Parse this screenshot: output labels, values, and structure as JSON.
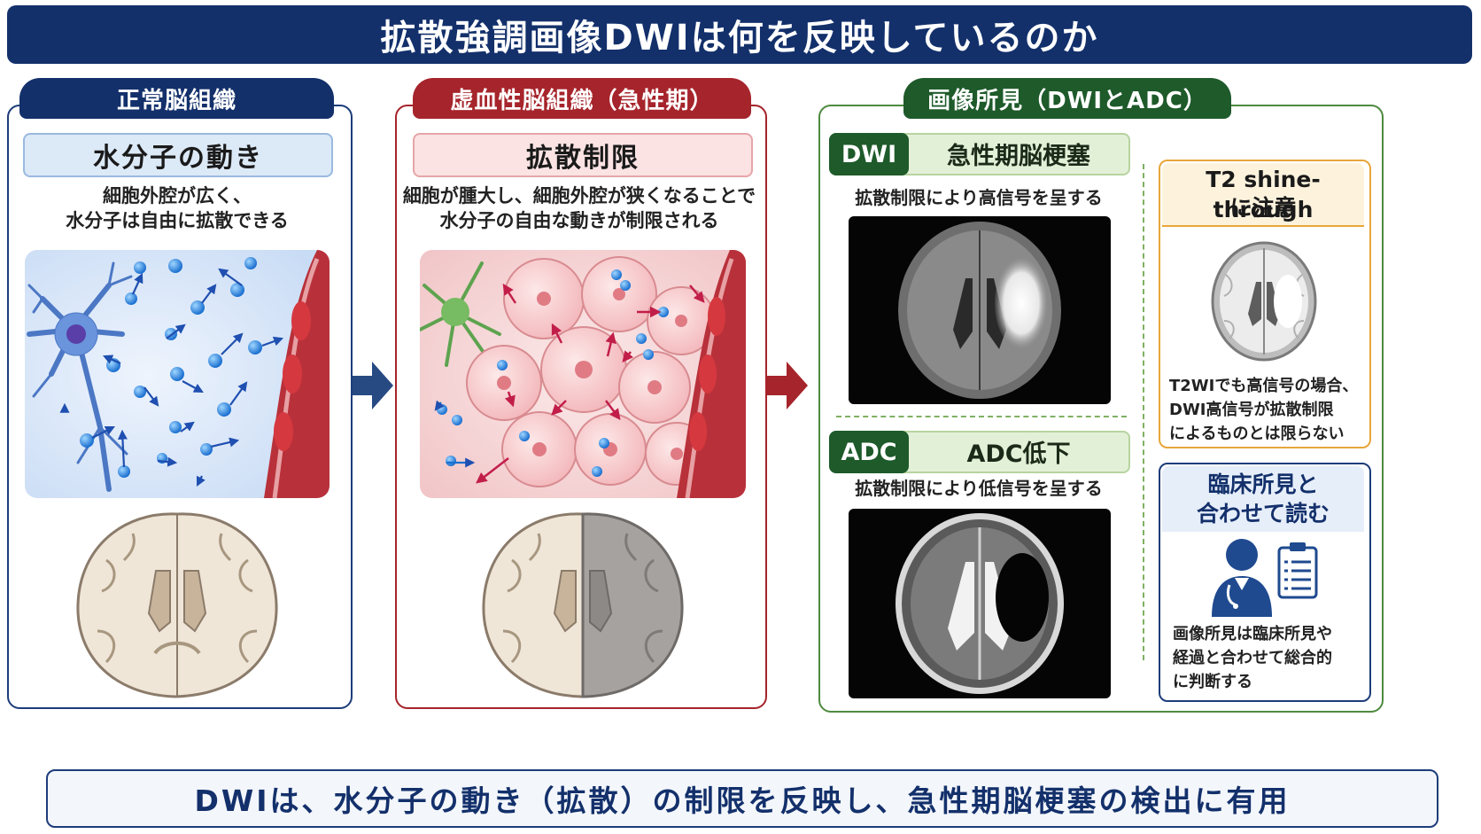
{
  "title": "拡散強調画像DWIは何を反映しているのか",
  "normal": {
    "tab": "正常脳組織",
    "heading": "水分子の動き",
    "desc_line1": "細胞外腔が広く、",
    "desc_line2": "水分子は自由に拡散できる"
  },
  "ischemic": {
    "tab": "虚血性脳組織（急性期）",
    "heading": "拡散制限",
    "desc_line1": "細胞が腫大し、細胞外腔が狭くなることで",
    "desc_line2": "水分子の自由な動きが制限される"
  },
  "findings": {
    "tab": "画像所見（DWIとADC）",
    "dwi": {
      "chip": "DWI",
      "label": "急性期脳梗塞",
      "desc": "拡散制限により高信号を呈する"
    },
    "adc": {
      "chip": "ADC",
      "label": "ADC低下",
      "desc": "拡散制限により低信号を呈する"
    }
  },
  "t2_note": {
    "title_line1": "T2 shine-through",
    "title_line2": "に注意",
    "text_line1": "T2WIでも高信号の場合、",
    "text_line2": "DWI高信号が拡散制限",
    "text_line3": "によるものとは限らない"
  },
  "clinical_note": {
    "title_line1": "臨床所見と",
    "title_line2": "合わせて読む",
    "text_line1": "画像所見は臨床所見や",
    "text_line2": "経過と合わせて総合的",
    "text_line3": "に判断する"
  },
  "bottom": "DWIは、水分子の動き（拡散）の制限を反映し、急性期脳梗塞の検出に有用",
  "colors": {
    "navy": "#13306b",
    "red": "#a6242b",
    "green": "#1e5a2a",
    "orange": "#e8a63a"
  }
}
